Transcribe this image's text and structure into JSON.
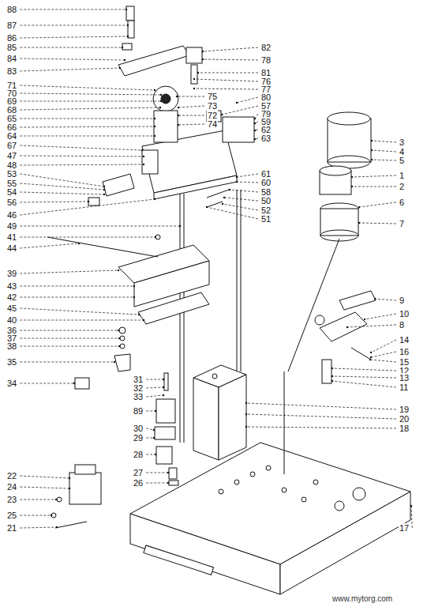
{
  "diagram": {
    "labels": [
      "88",
      "87",
      "86",
      "85",
      "84",
      "83",
      "71",
      "70",
      "69",
      "68",
      "65",
      "66",
      "64",
      "67",
      "47",
      "48",
      "53",
      "55",
      "54",
      "56",
      "46",
      "49",
      "41",
      "44",
      "39",
      "43",
      "42",
      "45",
      "40",
      "36",
      "37",
      "38",
      "35",
      "34",
      "22",
      "24",
      "23",
      "25",
      "21",
      "31",
      "32",
      "33",
      "89",
      "30",
      "29",
      "28",
      "27",
      "26",
      "75",
      "73",
      "72",
      "74",
      "82",
      "78",
      "81",
      "76",
      "77",
      "80",
      "57",
      "79",
      "59",
      "62",
      "63",
      "61",
      "60",
      "58",
      "50",
      "52",
      "51",
      "3",
      "4",
      "5",
      "1",
      "2",
      "6",
      "7",
      "9",
      "10",
      "8",
      "14",
      "16",
      "15",
      "12",
      "13",
      "11",
      "19",
      "20",
      "18",
      "17",
      "www.mytorg.com"
    ]
  }
}
